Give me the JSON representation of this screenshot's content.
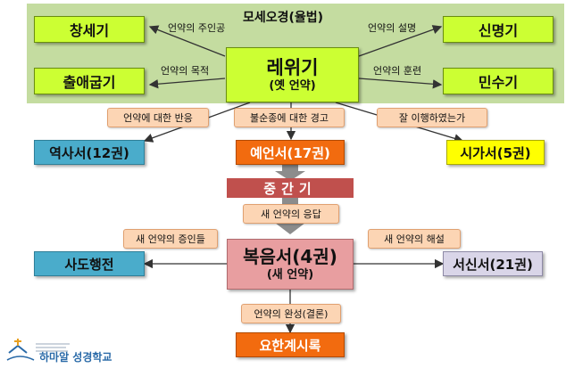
{
  "header": {
    "title": "모세오경(율법)"
  },
  "pentateuch": {
    "genesis": "창세기",
    "exodus": "출애굽기",
    "leviticus": "레위기",
    "leviticus_sub": "(옛 언약)",
    "numbers": "신명기",
    "deuteronomy": "민수기"
  },
  "relations": {
    "genesis": "언약의 주인공",
    "exodus": "언약의 목적",
    "numbers": "언약의 설명",
    "deuteronomy": "언약의 훈련"
  },
  "responses": {
    "history": "언약에 대한 반응",
    "prophets": "불순종에 대한 경고",
    "poetry": "잘 이행하였는가"
  },
  "books": {
    "history": "역사서(12권)",
    "prophets": "예언서(17권)",
    "poetry": "시가서(5권)",
    "intertestament": "중간기",
    "gospels": "복음서(4권)",
    "gospels_sub": "(새 언약)",
    "acts": "사도행전",
    "epistles": "서신서(21권)",
    "revelation": "요한계시록"
  },
  "nt_labels": {
    "fulfillment_response": "새 언약의 응답",
    "witnesses": "새 언약의 증인들",
    "explanation": "새 언약의 해설",
    "completion": "언약의 완성(결론)"
  },
  "logo": {
    "name": "하마알 성경학교"
  },
  "colors": {
    "panel": "#c4dca0",
    "green_box": "#ccff33",
    "peach_label": "#fcd5b4",
    "blue_box": "#4aaccb",
    "orange_box": "#f26b0f",
    "yellow_box": "#ffff00",
    "lavender_box": "#d9d5e8",
    "rose_box": "#e89ea0",
    "red_bar": "#c0504d"
  }
}
